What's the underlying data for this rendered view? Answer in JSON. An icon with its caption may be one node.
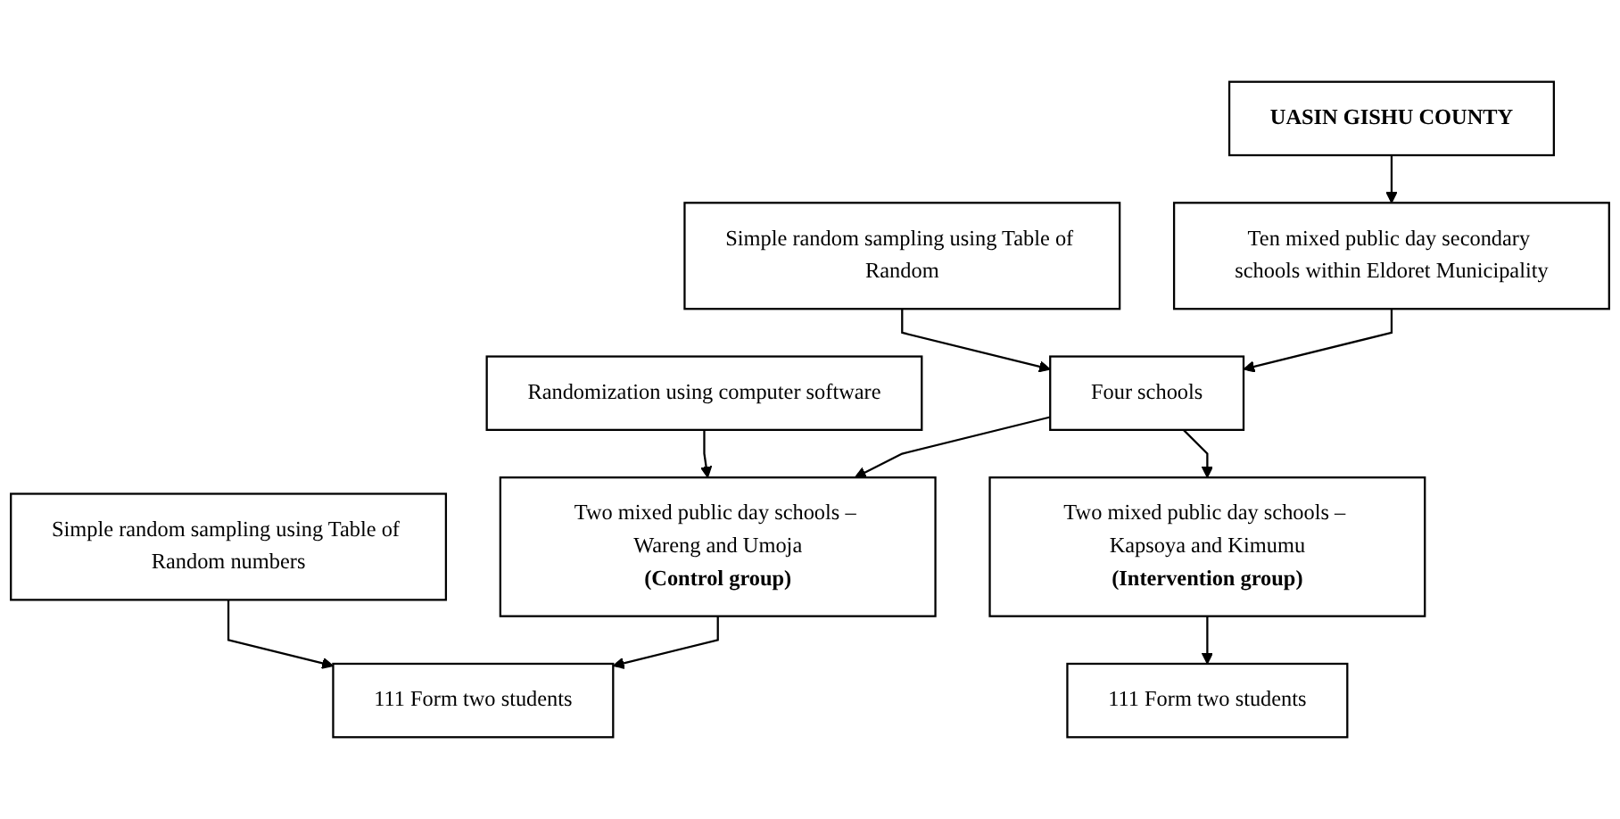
{
  "diagram": {
    "nodes": [
      {
        "text": [
          "UASIN GISHU COUNTY"
        ]
      },
      {
        "text": [
          "Ten mixed public day secondary schools within Eldoret Municipality"
        ]
      },
      {
        "text": [
          "Simple random sampling using Table of Random"
        ]
      },
      {
        "text": [
          "Four schools"
        ]
      },
      {
        "text": [
          "Randomization using computer software"
        ]
      },
      {
        "text": [
          "Two mixed public day schools – Wareng and Umoja",
          "(Control group)"
        ]
      },
      {
        "text": [
          "Two mixed public day schools – Kapsoya and Kimumu",
          "(Intervention group)"
        ]
      },
      {
        "text": [
          "Simple random sampling using Table of Random numbers"
        ]
      },
      {
        "text": [
          "111 Form two students"
        ]
      },
      {
        "text": [
          "111 Form two students"
        ]
      }
    ],
    "edges": [
      {
        "from": 0,
        "to": 1,
        "arrow": "to"
      },
      {
        "from": 1,
        "to": 3,
        "arrow": "to"
      },
      {
        "from": 2,
        "to": 3,
        "arrow": "to"
      },
      {
        "from": 3,
        "to": 5,
        "arrow": "to"
      },
      {
        "from": 3,
        "to": 6,
        "arrow": "to"
      },
      {
        "from": 4,
        "to": 5,
        "arrow": "to"
      },
      {
        "from": 5,
        "to": 8,
        "arrow": "to"
      },
      {
        "from": 7,
        "to": 8,
        "arrow": "to"
      },
      {
        "from": 6,
        "to": 9,
        "arrow": "to"
      }
    ]
  }
}
